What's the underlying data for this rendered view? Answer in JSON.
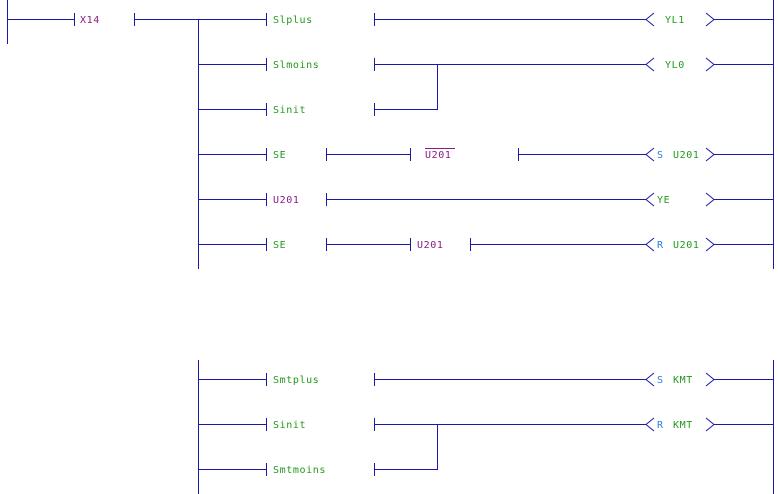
{
  "colors": {
    "wire": "#1a1aa6",
    "input_label": "#229a1a",
    "variable_label": "#8a1a86",
    "coil_label": "#229a1a",
    "set_reset_modifier": "#2a7ae0",
    "background": "#ffffff"
  },
  "rungs": [
    {
      "id": "rung-1",
      "step_contact": "X14",
      "branches": [
        {
          "contacts": [
            {
              "label": "Slplus",
              "color": "in",
              "negated": false
            }
          ],
          "coil": {
            "modifier": "",
            "label": "YL1"
          }
        },
        {
          "contacts": [
            {
              "label": "Slmoins",
              "color": "in",
              "negated": false
            }
          ],
          "coil": {
            "modifier": "",
            "label": "YL0"
          }
        },
        {
          "contacts": [
            {
              "label": "Sinit",
              "color": "in",
              "negated": false
            }
          ],
          "coil": null,
          "parallel_with_previous": true
        },
        {
          "contacts": [
            {
              "label": "SE",
              "color": "in",
              "negated": false
            },
            {
              "label": "U201",
              "color": "var",
              "negated": true
            }
          ],
          "coil": {
            "modifier": "S",
            "label": "U201"
          }
        },
        {
          "contacts": [
            {
              "label": "U201",
              "color": "var",
              "negated": false
            }
          ],
          "coil": {
            "modifier": "",
            "label": "YE"
          }
        },
        {
          "contacts": [
            {
              "label": "SE",
              "color": "in",
              "negated": false
            },
            {
              "label": "U201",
              "color": "var",
              "negated": false
            }
          ],
          "coil": {
            "modifier": "R",
            "label": "U201"
          }
        }
      ]
    },
    {
      "id": "rung-2",
      "step_contact": "",
      "branches": [
        {
          "contacts": [
            {
              "label": "Smtplus",
              "color": "in",
              "negated": false
            }
          ],
          "coil": {
            "modifier": "S",
            "label": "KMT"
          }
        },
        {
          "contacts": [
            {
              "label": "Sinit",
              "color": "in",
              "negated": false
            }
          ],
          "coil": {
            "modifier": "R",
            "label": "KMT"
          }
        },
        {
          "contacts": [
            {
              "label": "Smtmoins",
              "color": "in",
              "negated": false
            }
          ],
          "coil": null,
          "parallel_with_previous": true
        }
      ]
    }
  ]
}
